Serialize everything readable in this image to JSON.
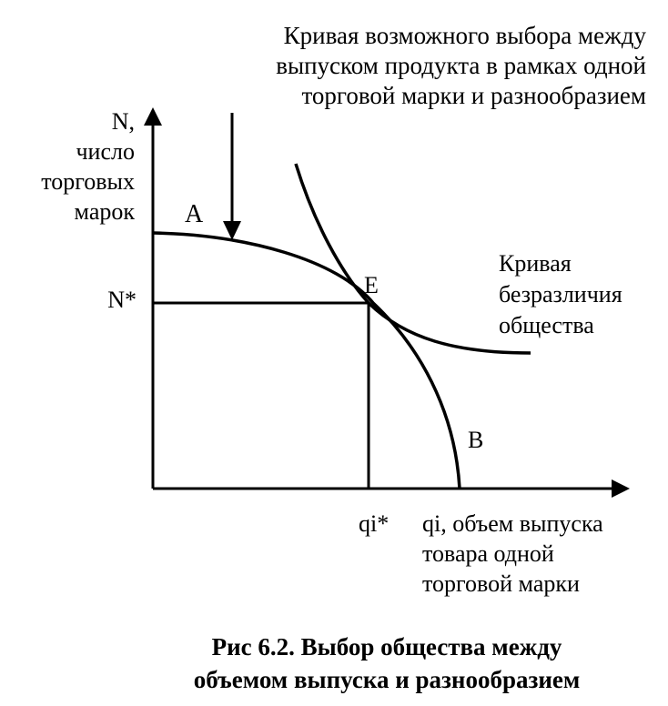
{
  "top_annotation": {
    "line1": "Кривая возможного выбора между",
    "line2": "выпуском продукта в рамках одной",
    "line3": "торговой марки и разнообразием"
  },
  "y_axis": {
    "label_line1": "N,",
    "label_line2": "число",
    "label_line3": "торговых",
    "label_line4": "марок",
    "tick_label": "N*"
  },
  "x_axis": {
    "label_line1": "qi, объем выпуска",
    "label_line2": "товара одной",
    "label_line3": "торговой марки",
    "tick_label": "qi*"
  },
  "points": {
    "a": "A",
    "e": "E",
    "b": "B"
  },
  "indifference_label": {
    "line1": "Кривая",
    "line2": "безразличия",
    "line3": "общества"
  },
  "caption": {
    "line1": "Рис 6.2. Выбор общества между",
    "line2": "объемом выпуска и разнообразием"
  },
  "colors": {
    "ink": "#000000",
    "background": "#ffffff"
  }
}
